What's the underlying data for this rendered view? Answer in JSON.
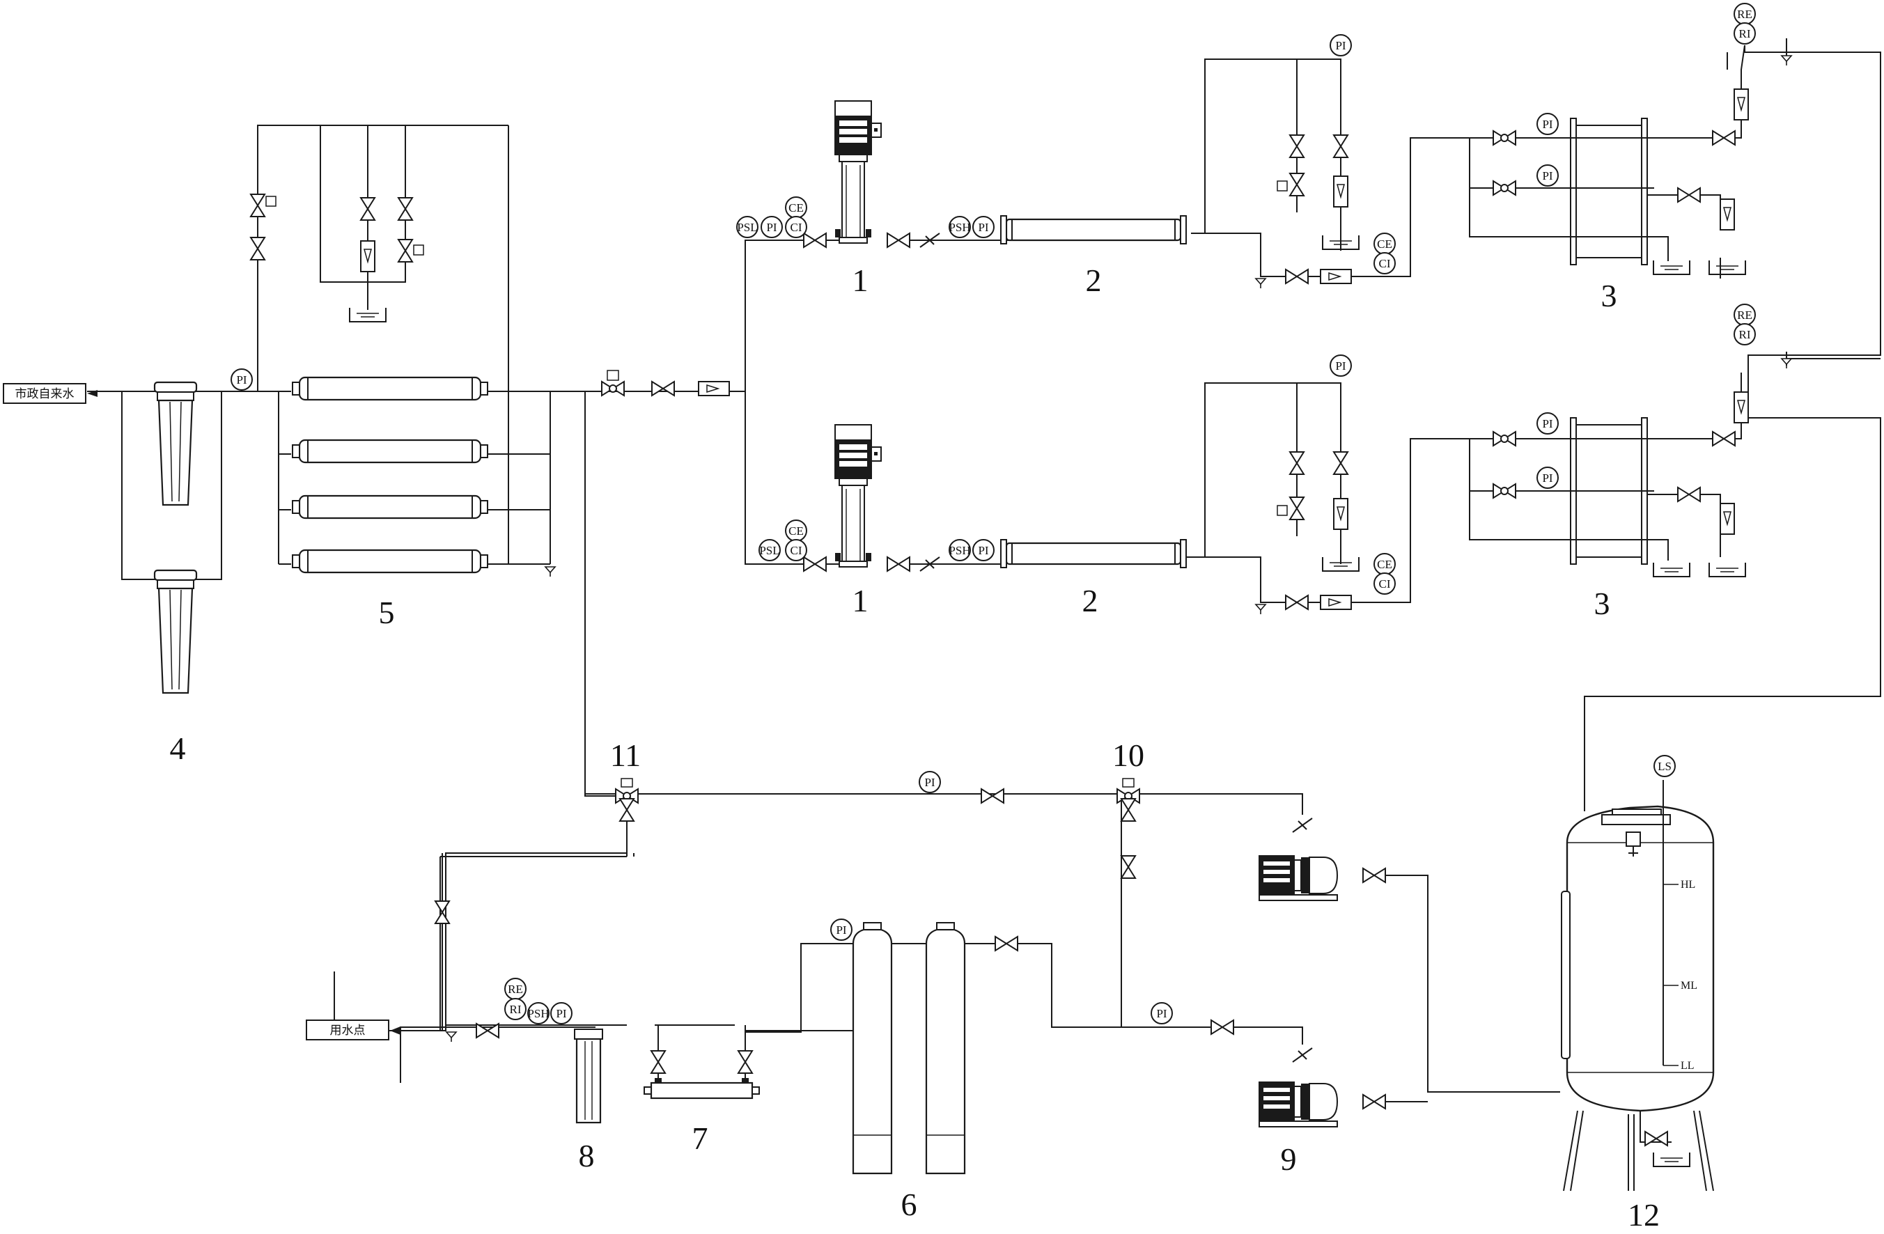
{
  "source_label": "市政自来水",
  "outlet_label": "用水点",
  "instrument_tags": {
    "pi": "PI",
    "psl": "PSL",
    "psh": "PSH",
    "ce": "CE",
    "ci": "CI",
    "re": "RE",
    "ri": "RI",
    "ls": "LS"
  },
  "level_tags": {
    "hl": "HL",
    "ml": "ML",
    "ll": "LL"
  },
  "equipment_numbers": {
    "pump_upper": "1",
    "pump_lower": "1",
    "membrane_upper": "2",
    "membrane_lower": "2",
    "stack_upper": "3",
    "stack_lower": "3",
    "prefilter": "4",
    "uf_module": "5",
    "softener": "6",
    "uv_sterilizer": "7",
    "final_filter": "8",
    "transfer_pumps": "9",
    "three_way_valve_right": "10",
    "three_way_valve_left": "11",
    "storage_tank": "12"
  }
}
